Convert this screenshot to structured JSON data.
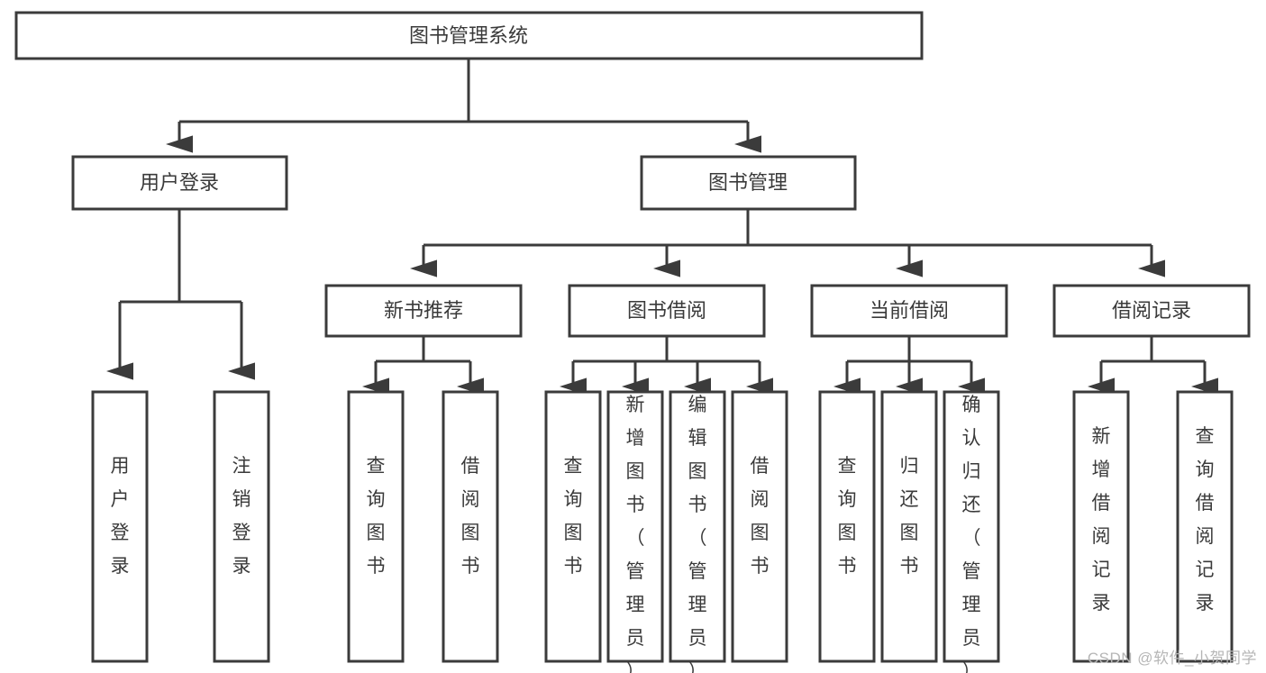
{
  "diagram": {
    "type": "tree-hierarchy",
    "title": "图书管理系统",
    "watermark": "CSDN @软件_小贺同学",
    "colors": {
      "box_stroke": "#3b3b3b",
      "box_fill": "#ffffff",
      "text": "#3a3a3a",
      "background": "#ffffff",
      "watermark": "#b6b6b6"
    },
    "root": {
      "label": "图书管理系统"
    },
    "level2": [
      {
        "label": "用户登录"
      },
      {
        "label": "图书管理"
      }
    ],
    "level3": [
      {
        "label": "新书推荐"
      },
      {
        "label": "图书借阅"
      },
      {
        "label": "当前借阅"
      },
      {
        "label": "借阅记录"
      }
    ],
    "leaves": {
      "user_login": [
        {
          "label": "用户登录"
        },
        {
          "label": "注销登录"
        }
      ],
      "new_book_recommend": [
        {
          "label": "查询图书"
        },
        {
          "label": "借阅图书"
        }
      ],
      "book_borrow": [
        {
          "label": "查询图书"
        },
        {
          "label": "新增图书（管理员）"
        },
        {
          "label": "编辑图书（管理员）"
        },
        {
          "label": "借阅图书"
        }
      ],
      "current_borrow": [
        {
          "label": "查询图书"
        },
        {
          "label": "归还图书"
        },
        {
          "label": "确认归还（管理员）"
        }
      ],
      "borrow_record": [
        {
          "label": "新增借阅记录"
        },
        {
          "label": "查询借阅记录"
        }
      ]
    }
  }
}
